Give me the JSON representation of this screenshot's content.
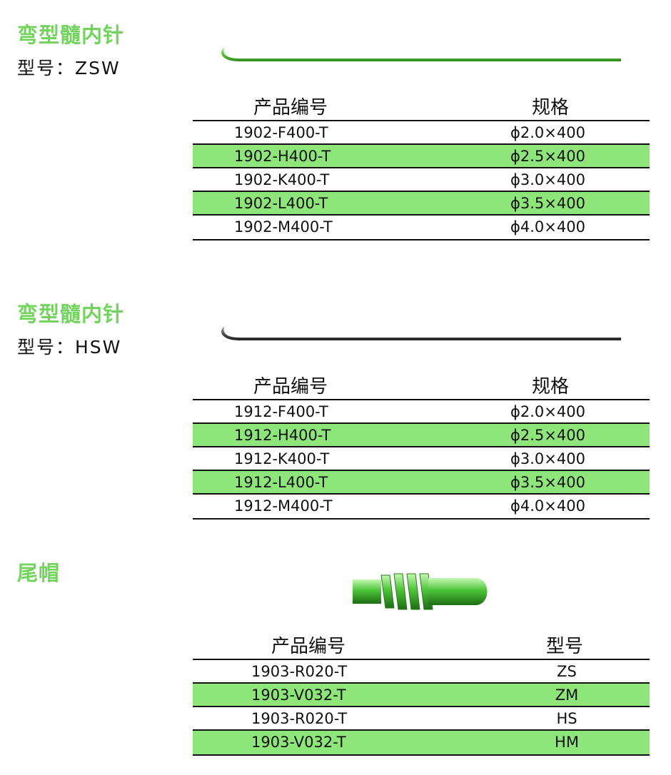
{
  "sections": [
    {
      "title": "弯型髓内针",
      "model": "型号：ZSW",
      "header": [
        "产品编号",
        "规格"
      ],
      "rows": [
        [
          "1902-F400-T",
          "ϕ2.0×400"
        ],
        [
          "1902-H400-T",
          "ϕ2.5×400"
        ],
        [
          "1902-K400-T",
          "ϕ3.0×400"
        ],
        [
          "1902-L400-T",
          "ϕ3.5×400"
        ],
        [
          "1902-M400-T",
          "ϕ4.0×400"
        ]
      ],
      "image_color": "#5ec93e"
    },
    {
      "title": "弯型髓内针",
      "model": "型号：HSW",
      "header": [
        "产品编号",
        "规格"
      ],
      "rows": [
        [
          "1912-F400-T",
          "ϕ2.0×400"
        ],
        [
          "1912-H400-T",
          "ϕ2.5×400"
        ],
        [
          "1912-K400-T",
          "ϕ3.0×400"
        ],
        [
          "1912-L400-T",
          "ϕ3.5×400"
        ],
        [
          "1912-M400-T",
          "ϕ4.0×400"
        ]
      ],
      "image_color": "#555555"
    },
    {
      "title": "尾帽",
      "header": [
        "产品编号",
        "型号"
      ],
      "rows": [
        [
          "1903-R020-T",
          "ZS"
        ],
        [
          "1903-V032-T",
          "ZM"
        ],
        [
          "1903-R020-T",
          "HS"
        ],
        [
          "1903-V032-T",
          "HM"
        ]
      ],
      "image_color": "#4cc43a"
    }
  ],
  "colors": {
    "accent_title": "#72d45c",
    "row_highlight": "#8ee67a"
  }
}
